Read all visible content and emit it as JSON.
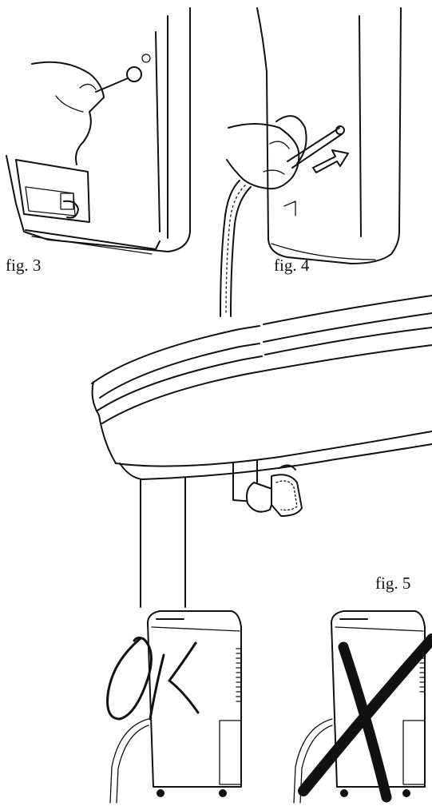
{
  "figures": {
    "fig3": {
      "caption": "fig. 3"
    },
    "fig4": {
      "caption": "fig. 4"
    },
    "fig5": {
      "caption": "fig. 5"
    },
    "fig6": {
      "ok_label": "OK",
      "wrong_label": "X"
    }
  },
  "colors": {
    "ink": "#111111",
    "paper": "#ffffff"
  }
}
